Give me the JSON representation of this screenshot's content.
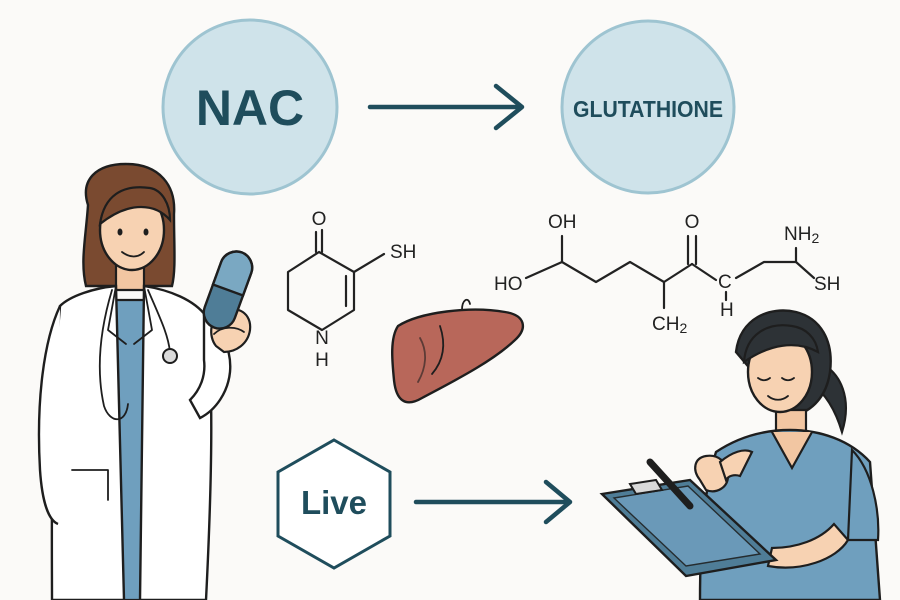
{
  "nodes": {
    "nac": {
      "label": "NAC"
    },
    "glutathione": {
      "label": "GLUTATHIONE"
    },
    "live": {
      "label": "Live"
    }
  },
  "molecule_left": {
    "top_oxygen": "O",
    "thiol": "SH",
    "amine": "N",
    "amine_h": "H"
  },
  "molecule_right": {
    "top_hydroxyl": "OH",
    "left_hydroxyl": "HO",
    "carbonyl_oxygen": "O",
    "methylene": "CH",
    "methylene_subscript": "2",
    "alpha_carbon": "C",
    "alpha_h": "H",
    "amino": "NH",
    "amino_subscript": "2",
    "thiol": "SH"
  },
  "colors": {
    "bubble_fill": "#cfe3ea",
    "bubble_stroke": "#9ec4d1",
    "label_text": "#1f4d5c",
    "arrow": "#1f4d5c",
    "scrubs": "#6f9fbe",
    "liver": "#b8675a",
    "capsule": "#4f7d97",
    "background": "#fbfaf8"
  },
  "icons": [
    "doctor-figure",
    "capsule-icon",
    "stethoscope-icon",
    "liver-icon",
    "nurse-figure",
    "clipboard-icon",
    "pen-icon",
    "hexagon-icon"
  ]
}
